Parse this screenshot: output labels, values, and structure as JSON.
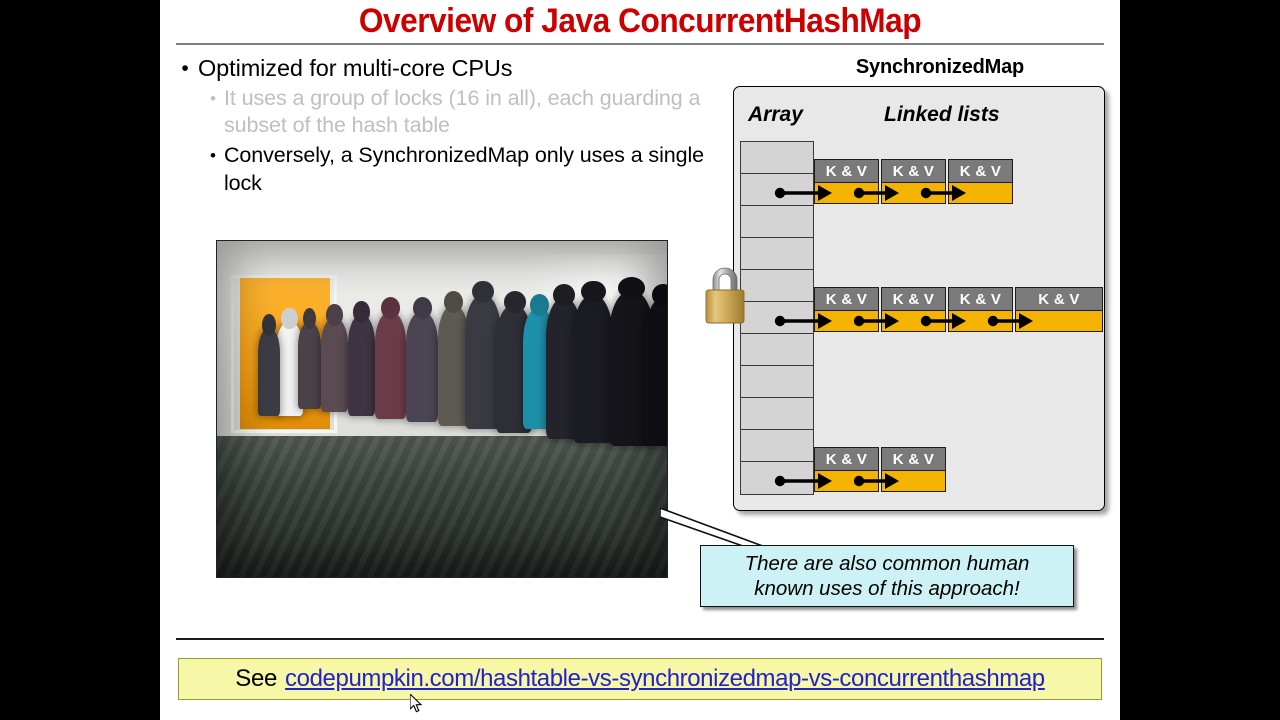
{
  "slide": {
    "title": "Overview of Java ConcurrentHashMap",
    "bullets": [
      {
        "level": 1,
        "dim": false,
        "dot": "•",
        "text": "Optimized for multi-core CPUs"
      },
      {
        "level": 2,
        "dim": true,
        "dot": "•",
        "text": "It uses a group of locks (16 in all), each guarding a subset of the hash table"
      },
      {
        "level": 2,
        "dim": false,
        "dot": "•",
        "text": "Conversely, a SynchronizedMap only uses a single lock"
      }
    ],
    "photo_alt": "photograph of a long queue of people waiting in a hallway"
  },
  "callout": {
    "line1": "There are also common human",
    "line2": "known uses of this approach!"
  },
  "diagram": {
    "title": "SynchronizedMap",
    "array_label": "Array",
    "lists_label": "Linked lists",
    "array_cells": 11,
    "node_label": "K & V",
    "lock_icon": "padlock-icon",
    "rows": [
      {
        "cell_index": 1,
        "nodes": 3,
        "last_node_wide": false
      },
      {
        "cell_index": 5,
        "nodes": 4,
        "last_node_wide": true
      },
      {
        "cell_index": 10,
        "nodes": 2,
        "last_node_wide": false
      }
    ],
    "colors": {
      "node_header": "#7a7a7a",
      "node_body": "#f5b301",
      "array_cell": "#d4d4d4",
      "panel": "#e8e8e8"
    }
  },
  "footer": {
    "prefix": "See",
    "link": "codepumpkin.com/hashtable-vs-synchronizedmap-vs-concurrenthashmap",
    "link_color": "#2222cc"
  },
  "theme": {
    "title_color": "#cc0000",
    "dim_text": "#bfbfbf",
    "callout_bg": "#ccf2f5",
    "footer_bg": "#f7f7a8"
  }
}
